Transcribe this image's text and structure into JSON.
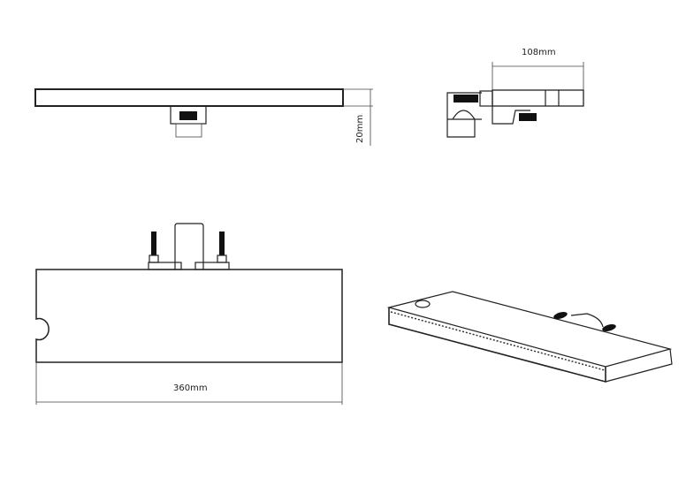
{
  "drawing": {
    "top_view": {
      "height_dimension": "20mm"
    },
    "side_view": {
      "depth_dimension": "108mm"
    },
    "front_view": {
      "width_dimension": "360mm"
    },
    "isometric_view": {}
  }
}
